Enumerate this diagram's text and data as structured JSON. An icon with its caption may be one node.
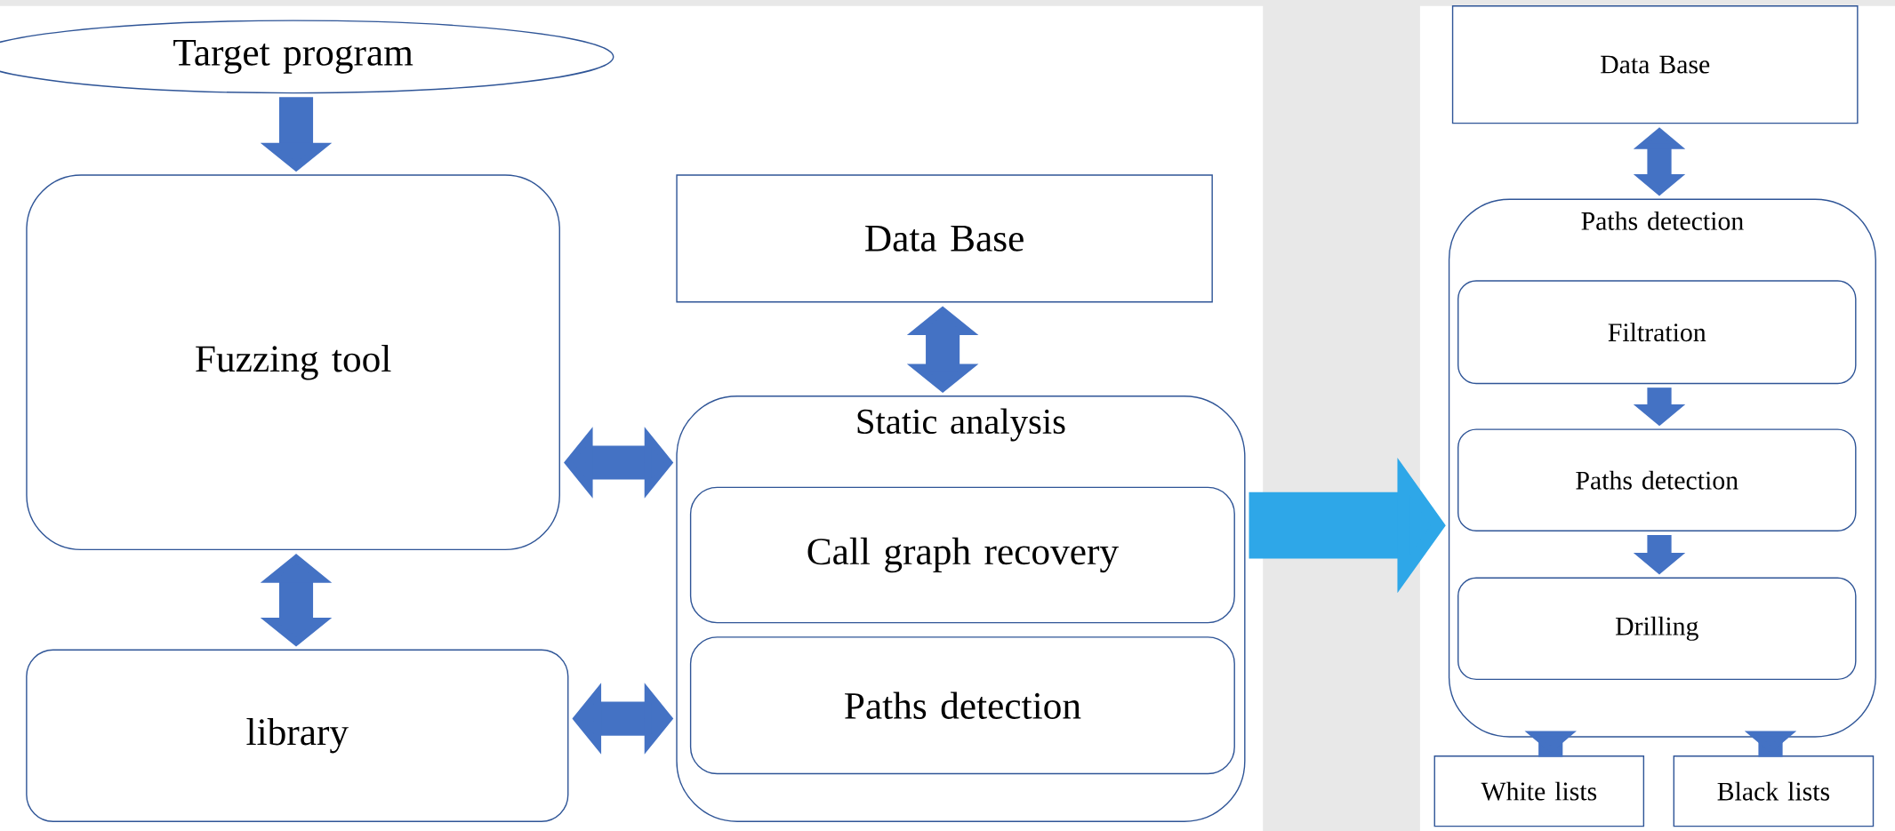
{
  "diagram": {
    "nodes": [
      {
        "text": [
          "Target program"
        ]
      },
      {
        "text": [
          "Fuzzing tool"
        ]
      },
      {
        "text": [
          "library"
        ]
      },
      {
        "text": [
          "Data Base"
        ]
      },
      {
        "text": [
          "Static analysis"
        ]
      },
      {
        "text": [
          "Call graph recovery"
        ],
        "in": 4
      },
      {
        "text": [
          "Paths detection"
        ],
        "in": 4
      },
      {
        "text": [
          "Data Base"
        ]
      },
      {
        "text": [
          "Paths detection"
        ]
      },
      {
        "text": [
          "Filtration"
        ],
        "in": 8
      },
      {
        "text": [
          "Paths detection"
        ],
        "in": 8
      },
      {
        "text": [
          "Drilling"
        ],
        "in": 8
      },
      {
        "text": [
          "White lists"
        ]
      },
      {
        "text": [
          "Black lists"
        ]
      }
    ],
    "edges": [
      {
        "from": 0,
        "to": 1,
        "arrow": "to"
      },
      {
        "from": 1,
        "to": 2,
        "arrow": "both"
      },
      {
        "from": 1,
        "to": 4,
        "arrow": "both"
      },
      {
        "from": 2,
        "to": 4,
        "arrow": "both"
      },
      {
        "from": 3,
        "to": 4,
        "arrow": "both"
      },
      {
        "from": 4,
        "to": 8,
        "arrow": "to",
        "style": "thick",
        "color": "#2ea7e8"
      },
      {
        "from": 7,
        "to": 8,
        "arrow": "both"
      },
      {
        "from": 9,
        "to": 10,
        "arrow": "to"
      },
      {
        "from": 10,
        "to": 11,
        "arrow": "to"
      },
      {
        "from": 8,
        "to": 12,
        "arrow": "to"
      },
      {
        "from": 8,
        "to": 13,
        "arrow": "to"
      }
    ]
  }
}
